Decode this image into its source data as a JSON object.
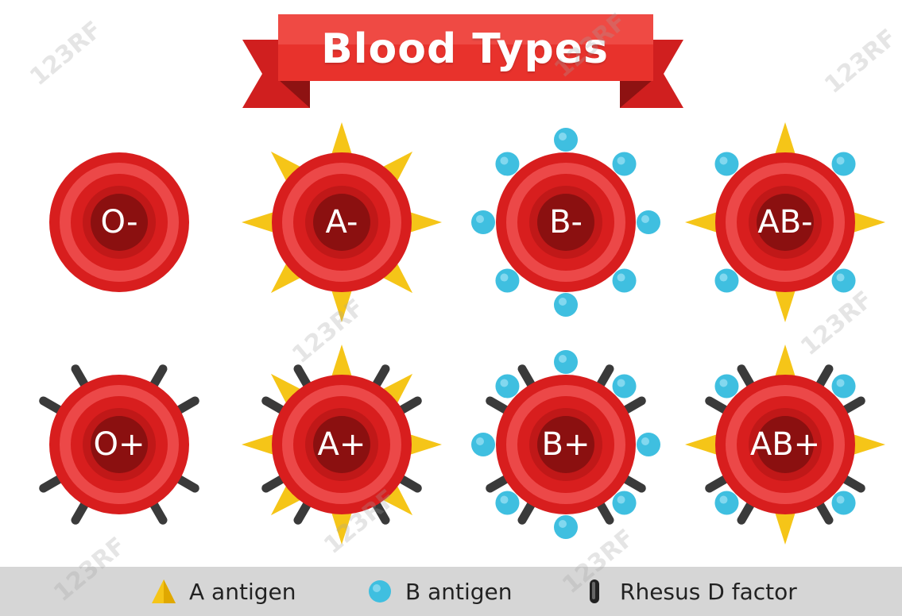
{
  "title": "Blood Types",
  "cells": [
    {
      "label": "O-",
      "a_antigen": false,
      "b_antigen": false,
      "rh_factor": false
    },
    {
      "label": "A-",
      "a_antigen": true,
      "b_antigen": false,
      "rh_factor": false
    },
    {
      "label": "B-",
      "a_antigen": false,
      "b_antigen": true,
      "rh_factor": false
    },
    {
      "label": "AB-",
      "a_antigen": true,
      "b_antigen": true,
      "rh_factor": false
    },
    {
      "label": "O+",
      "a_antigen": false,
      "b_antigen": false,
      "rh_factor": true
    },
    {
      "label": "A+",
      "a_antigen": true,
      "b_antigen": false,
      "rh_factor": true
    },
    {
      "label": "B+",
      "a_antigen": false,
      "b_antigen": true,
      "rh_factor": true
    },
    {
      "label": "AB+",
      "a_antigen": true,
      "b_antigen": true,
      "rh_factor": true
    }
  ],
  "legend": [
    {
      "icon": "a-antigen-icon",
      "label": "A antigen"
    },
    {
      "icon": "b-antigen-icon",
      "label": "B antigen"
    },
    {
      "icon": "rhesus-factor-icon",
      "label": "Rhesus D factor"
    }
  ],
  "watermark": "123RF",
  "colors": {
    "ribbon": "#e8322c",
    "ribbon_dark": "#b71c1c",
    "cell_outer": "#d81e1e",
    "cell_ring": "#f05050",
    "cell_core": "#8b1010",
    "a_antigen": "#f5c518",
    "b_antigen": "#3fbfe0",
    "rh_factor": "#3a3a3a",
    "legend_bg": "#d6d6d6"
  }
}
